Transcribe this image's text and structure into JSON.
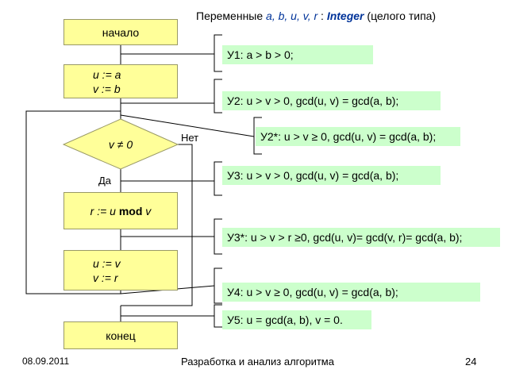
{
  "header": {
    "prefix": "Переменные ",
    "vars": "a, b, u, v, r",
    "sep": " : ",
    "type": "Integer",
    "suffix": " (целого типа)"
  },
  "flow": {
    "start": "начало",
    "assign1": [
      "u := a",
      "v := b"
    ],
    "decision": "v ≠ 0",
    "yes": "Да",
    "no": "Нет",
    "mod_pre": "r := u ",
    "mod_op": "mod",
    "mod_post": " v",
    "assign2": [
      "u := v",
      "v := r"
    ],
    "end": "конец"
  },
  "conditions": [
    {
      "id": "У1",
      "text": "У1: a > b > 0;"
    },
    {
      "id": "У2",
      "text": "У2: u > v > 0, gcd(u, v) = gcd(a, b);"
    },
    {
      "id": "У2*",
      "text": "У2*: u > v ≥ 0, gcd(u, v) = gcd(a, b);"
    },
    {
      "id": "У3",
      "text": "У3: u > v > 0, gcd(u, v) = gcd(a, b);"
    },
    {
      "id": "У3*",
      "text": "У3*: u > v > r ≥0, gcd(u, v)= gcd(v, r)= gcd(a, b);"
    },
    {
      "id": "У4",
      "text": "У4: u > v ≥ 0, gcd(u, v) = gcd(a, b);"
    },
    {
      "id": "У5",
      "text": "У5: u = gcd(a, b),  v = 0."
    }
  ],
  "footer": {
    "date": "08.09.2011",
    "title": "Разработка и анализ алгоритма",
    "page": "24"
  },
  "colors": {
    "box": "#ffff99",
    "condition": "#ccffcc",
    "accent": "#003399"
  }
}
